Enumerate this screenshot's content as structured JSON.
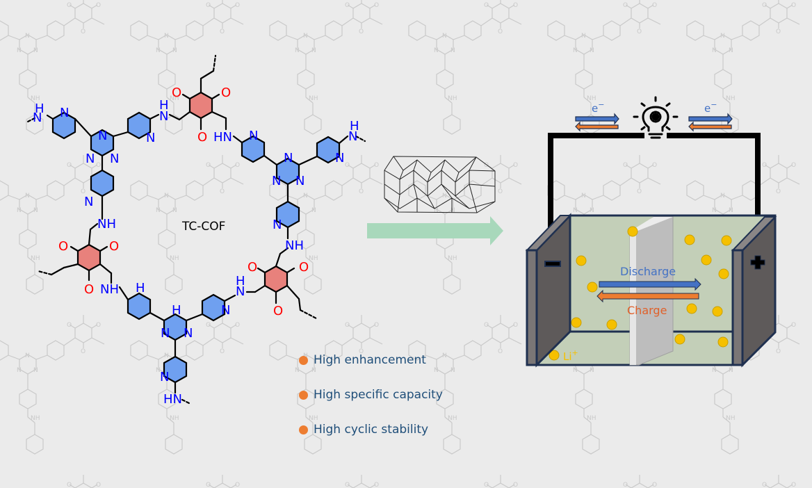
{
  "title": "TC-COF",
  "structure": {
    "label": "TC-COF",
    "atoms": {
      "nitrogen": "N",
      "nh": "NH",
      "hn": "HN",
      "h": "H",
      "oxygen": "O"
    }
  },
  "features": [
    {
      "label": "High enhancement"
    },
    {
      "label": "High specific capacity"
    },
    {
      "label": "High cyclic stability"
    }
  ],
  "battery": {
    "discharge_label": "Discharge",
    "charge_label": "Charge",
    "electron_label": "e",
    "electron_charge": "−",
    "ion_label": "Li",
    "ion_charge": "+",
    "negative_symbol": "−",
    "positive_symbol": "+"
  },
  "colors": {
    "triazine_pyridine": "#6fa0f0",
    "quinone_ring": "#e8817c",
    "nitrogen": "#0000ff",
    "oxygen": "#ff0000",
    "process_arrow": "#a8d8bb",
    "electrolyte": "#c3cfb8",
    "electrode": "#5e5a5a",
    "frame": "#1f3050",
    "discharge": "#4472c4",
    "charge": "#ed7d31",
    "li_ion": "#f5c000",
    "feature_text": "#1f4e79",
    "bullet": "#ed7d31"
  }
}
